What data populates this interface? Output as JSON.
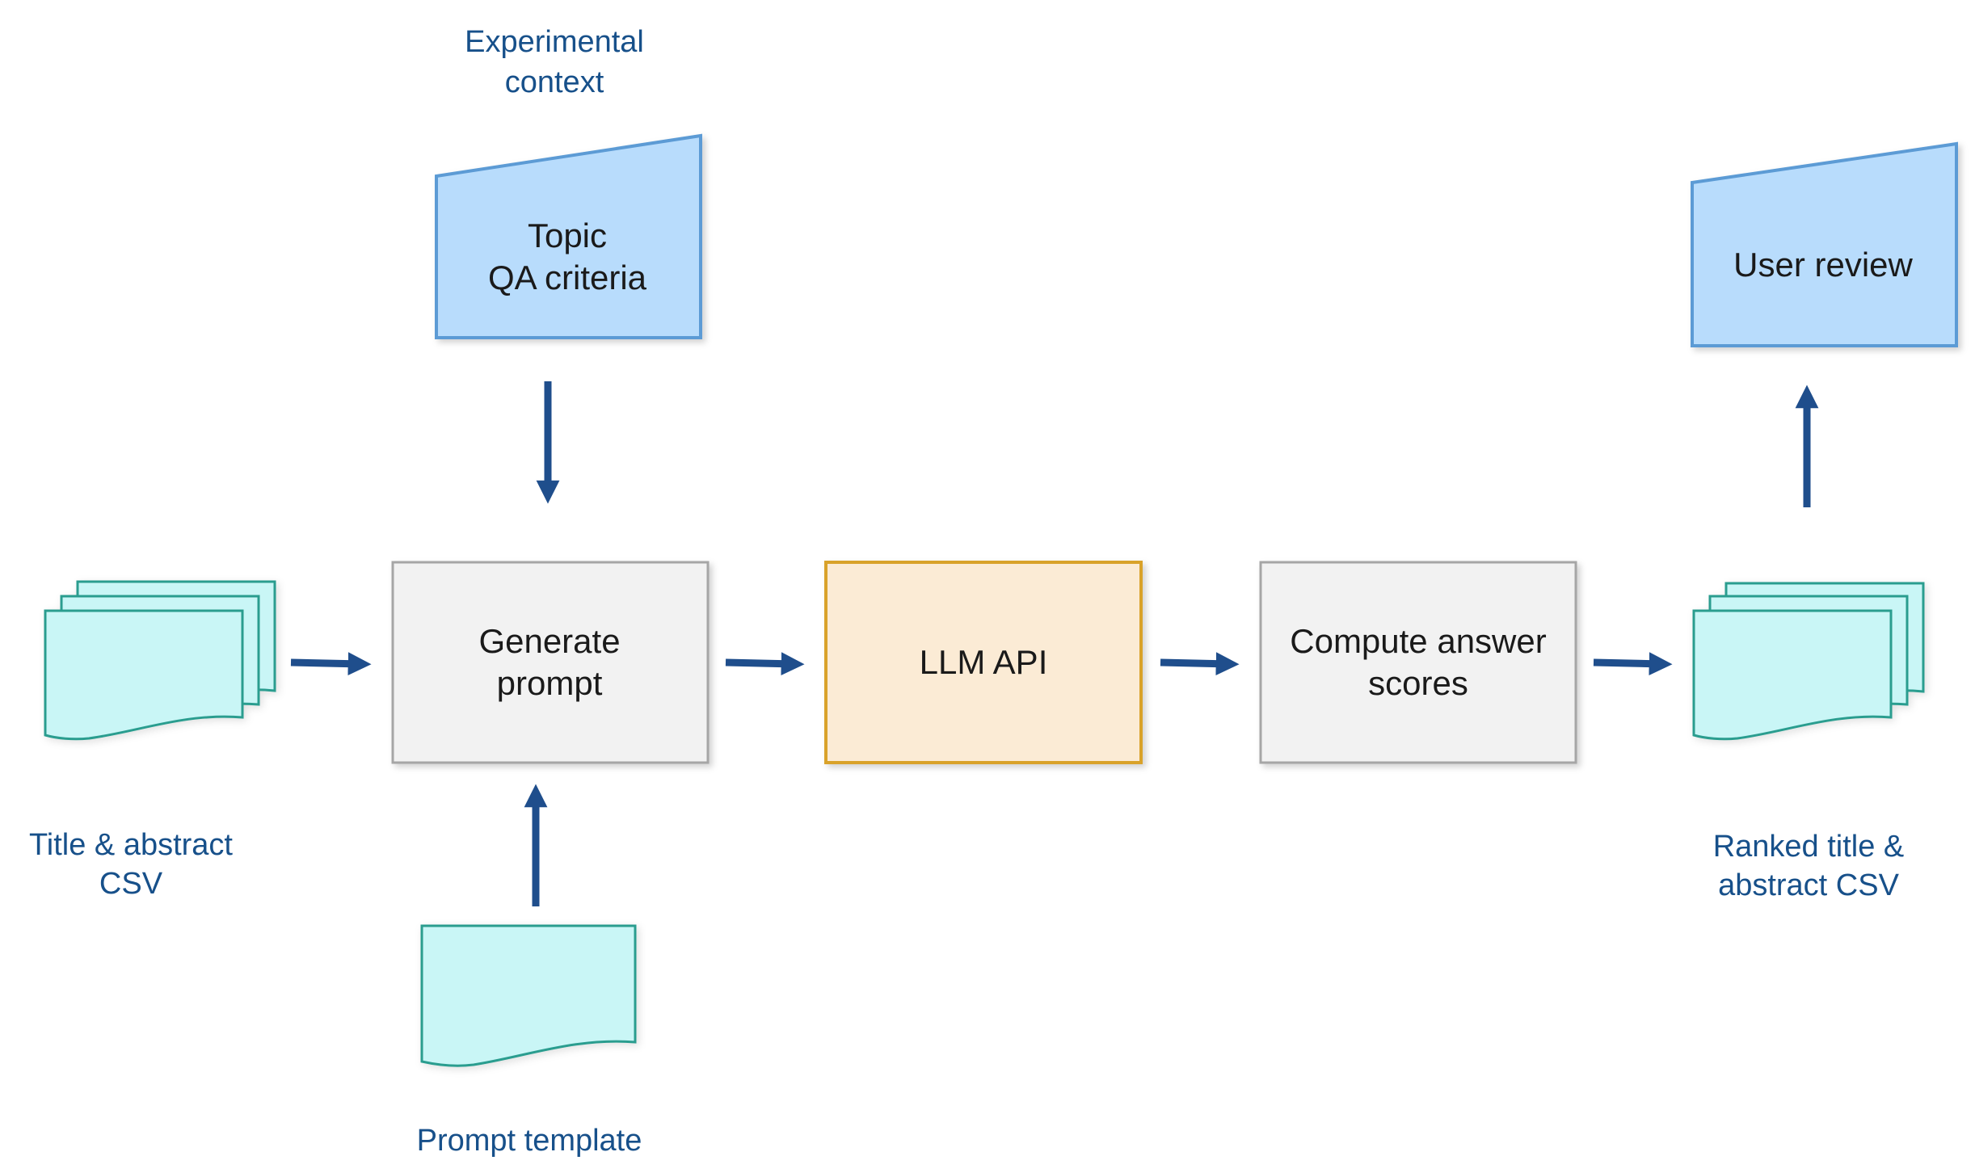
{
  "labels": {
    "experimental_context_line1": "Experimental",
    "experimental_context_line2": "context",
    "title_abstract_line1": "Title  & abstract",
    "title_abstract_line2": "CSV",
    "prompt_template": "Prompt template",
    "ranked_line1": "Ranked title &",
    "ranked_line2": "abstract CSV"
  },
  "nodes": {
    "topic_qa": {
      "line1": "Topic",
      "line2": "QA criteria"
    },
    "user_review": {
      "label": "User review"
    },
    "generate_prompt": {
      "line1": "Generate",
      "line2": "prompt"
    },
    "llm_api": {
      "label": "LLM API"
    },
    "compute_scores": {
      "line1": "Compute answer",
      "line2": "scores"
    }
  },
  "colors": {
    "manual_input_fill": "#b8dcfc",
    "manual_input_stroke": "#5b9bd5",
    "document_fill": "#c9f6f6",
    "document_stroke": "#2a9d8f",
    "process_fill": "#f2f2f2",
    "process_stroke": "#a6a6a6",
    "llm_fill": "#fbebd5",
    "llm_stroke": "#d9a22b",
    "arrow": "#1f4e8c",
    "label_text": "#17508a"
  },
  "icons": {
    "arrow": "arrow-icon",
    "document_stack": "document-stack-icon",
    "document": "document-icon"
  }
}
